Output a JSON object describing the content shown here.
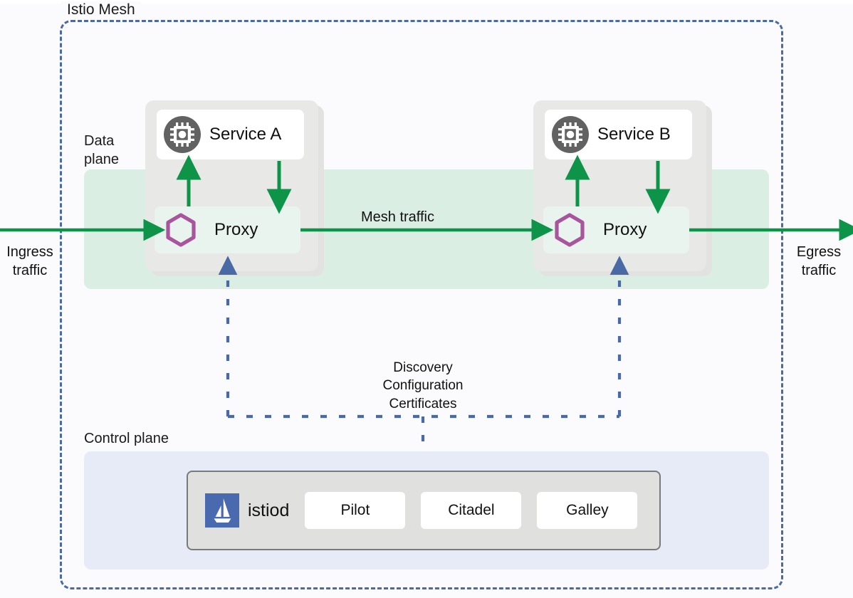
{
  "diagram": {
    "mesh_title": "Istio Mesh",
    "data_plane_label": "Data\nplane",
    "control_plane_label": "Control plane"
  },
  "traffic": {
    "ingress_label": "Ingress\ntraffic",
    "egress_label": "Egress\ntraffic",
    "mesh_label": "Mesh traffic"
  },
  "workloads": [
    {
      "name": "Service A",
      "icon": "cpu-chip-icon",
      "proxy_label": "Proxy",
      "proxy_icon": "envoy-hexagon-icon"
    },
    {
      "name": "Service B",
      "icon": "cpu-chip-icon",
      "proxy_label": "Proxy",
      "proxy_icon": "envoy-hexagon-icon"
    }
  ],
  "control_plane": {
    "messages": [
      "Discovery",
      "Configuration",
      "Certificates"
    ],
    "istiod_label": "istiod",
    "istiod_icon": "istio-sailboat-logo",
    "components": [
      "Pilot",
      "Citadel",
      "Galley"
    ]
  },
  "colors": {
    "mesh_border": "#4a6aa5",
    "data_plane_band": "#dbeee4",
    "control_plane_panel": "#e7eaf7",
    "traffic_arrow": "#0d9448",
    "control_arrow": "#4a6aa5",
    "workload_card": "#e8e8e6",
    "proxy_box": "#e9f4ee",
    "envoy_hexagon": "#a8559e",
    "service_icon_circle": "#626262",
    "istio_logo_bg": "#4a6ab0",
    "page_background": "#fbfbfd"
  }
}
